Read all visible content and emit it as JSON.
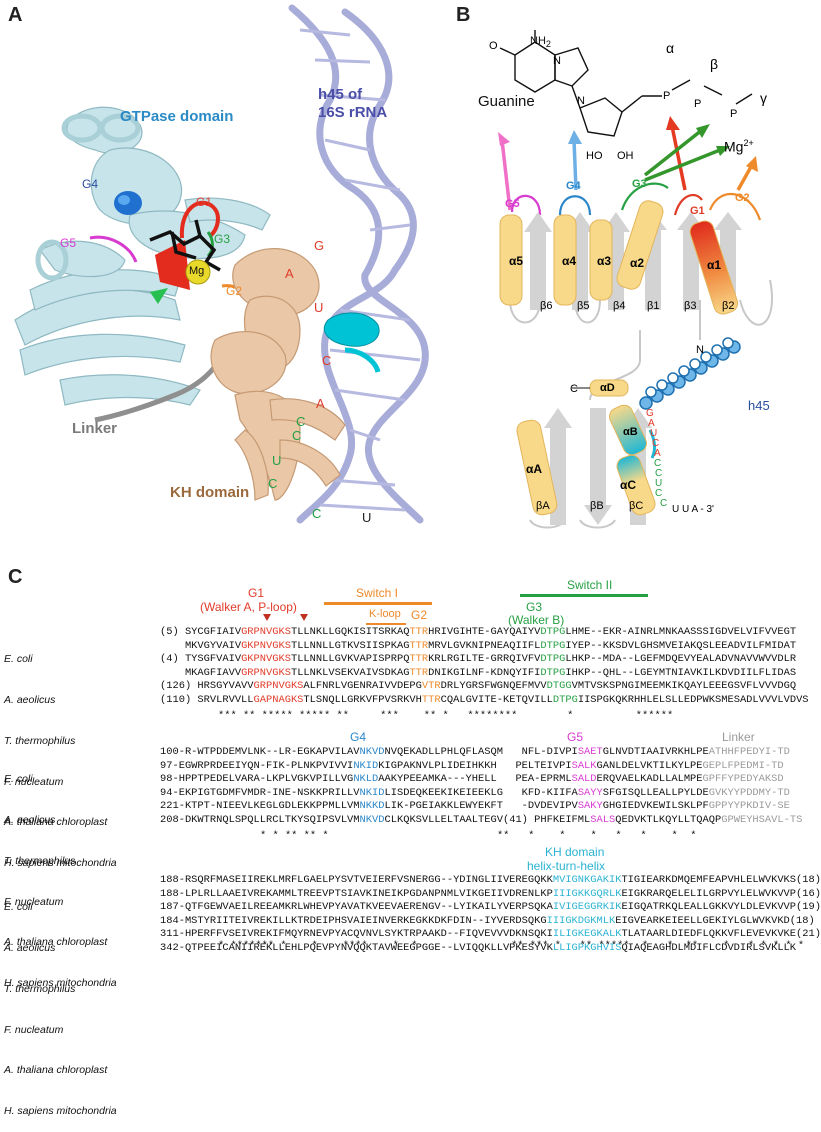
{
  "panel_labels": {
    "a": "A",
    "b": "B",
    "c": "C"
  },
  "panel_a": {
    "rrna_label_1": "h45 of",
    "rrna_label_2": "16S rRNA",
    "gtpase_label": "GTPase domain",
    "linker_label": "Linker",
    "kh_label": "KH domain",
    "motifs": {
      "g1": "G1",
      "g2": "G2",
      "g3": "G3",
      "g4": "G4",
      "g5": "G5",
      "mg": "Mg"
    },
    "rna_letters": [
      {
        "t": "G",
        "c": "#e03c2a"
      },
      {
        "t": "A",
        "c": "#e03c2a"
      },
      {
        "t": "U",
        "c": "#e03c2a"
      },
      {
        "t": "C",
        "c": "#e03c2a"
      },
      {
        "t": "A",
        "c": "#e03c2a"
      },
      {
        "t": "C",
        "c": "#27a044"
      },
      {
        "t": "C",
        "c": "#27a044"
      },
      {
        "t": "U",
        "c": "#27a044"
      },
      {
        "t": "C",
        "c": "#27a044"
      },
      {
        "t": "C",
        "c": "#27a044"
      },
      {
        "t": "U",
        "c": "#222"
      }
    ]
  },
  "panel_b": {
    "guanine": "Guanine",
    "nh2": "NH",
    "nh2_sub": "2",
    "o": "O",
    "n": "N",
    "ho": "HO",
    "oh": "OH",
    "p": "P",
    "alpha": "α",
    "beta": "β",
    "gamma": "γ",
    "mg": "Mg",
    "mg_sup": "2+",
    "motifs": {
      "g1": "G1",
      "g2": "G2",
      "g3": "G3",
      "g4": "G4",
      "g5": "G5"
    },
    "helices": {
      "a1": "α1",
      "a2": "α2",
      "a3": "α3",
      "a4": "α4",
      "a5": "α5",
      "aA": "αA",
      "aB": "αB",
      "aC": "αC",
      "aD": "αD"
    },
    "strands": {
      "b1": "β1",
      "b2": "β2",
      "b3": "β3",
      "b4": "β4",
      "b5": "β5",
      "b6": "β6",
      "bA": "βA",
      "bB": "βB",
      "bC": "βC"
    },
    "n_term": "N",
    "c_term": "C",
    "h45": "h45",
    "rna_seq": [
      {
        "t": "G",
        "c": "#e03c2a"
      },
      {
        "t": "A",
        "c": "#e03c2a"
      },
      {
        "t": "U",
        "c": "#e03c2a"
      },
      {
        "t": "C",
        "c": "#e03c2a"
      },
      {
        "t": "A",
        "c": "#e03c2a"
      },
      {
        "t": "C",
        "c": "#27a044"
      },
      {
        "t": "C",
        "c": "#27a044"
      },
      {
        "t": "U",
        "c": "#27a044"
      },
      {
        "t": "C",
        "c": "#27a044"
      },
      {
        "t": "C",
        "c": "#27a044"
      }
    ],
    "rna_tail": "U U A - 3'"
  },
  "panel_c": {
    "headers": {
      "g1": "G1",
      "g1_sub": "(Walker A, P-loop)",
      "switch1": "Switch I",
      "kloop": "K-loop",
      "g2": "G2",
      "switch2": "Switch II",
      "g3": "G3",
      "g3_sub": "(Walker B)",
      "g4": "G4",
      "g5": "G5",
      "linker": "Linker",
      "kh1": "KH domain",
      "kh2": "helix-turn-helix"
    },
    "species": [
      "E. coli",
      "A. aeolicus",
      "T. thermophilus",
      "F. nucleatum",
      "A. thaliana chloroplast",
      "H. sapiens mitochondria"
    ],
    "block1": [
      [
        {
          "t": "(5) SYCGFIAIV"
        },
        {
          "t": "GRPNVGKS",
          "c": "red"
        },
        {
          "t": "TLLNKLLGQKISITSRKAQ"
        },
        {
          "t": "TTR",
          "c": "org"
        },
        {
          "t": "HRIVGIHTE-GAYQAIYV"
        },
        {
          "t": "DTPG",
          "c": "grn"
        },
        {
          "t": "LHME--EKR-AINRLMNKAASSSIGDVELVIFVVEGT"
        }
      ],
      [
        {
          "t": "    MKVGYVAIV"
        },
        {
          "t": "GKPNVGKS",
          "c": "red"
        },
        {
          "t": "TLLNNLLGTKVSIISPKAG"
        },
        {
          "t": "TTR",
          "c": "org"
        },
        {
          "t": "MRVLGVKNIPNEAQIIFL"
        },
        {
          "t": "DTPG",
          "c": "grn"
        },
        {
          "t": "IYEP--KKSDVLGHSMVEIAKQSLEEADVILFMIDAT"
        }
      ],
      [
        {
          "t": "(4) TYSGFVAIV"
        },
        {
          "t": "GKPNVGKS",
          "c": "red"
        },
        {
          "t": "TLLNNLLGVKVAPISPRPQ"
        },
        {
          "t": "TTR",
          "c": "org"
        },
        {
          "t": "KRLRGILTE-GRRQIVFV"
        },
        {
          "t": "DTPG",
          "c": "grn"
        },
        {
          "t": "LHKP--MDA--LGEFMDQEVYEALADVNAVVWVVDLR"
        }
      ],
      [
        {
          "t": "    MKAGFIAVV"
        },
        {
          "t": "GRPNVGKS",
          "c": "red"
        },
        {
          "t": "TLLNKLVSEKVAIVSDKAG"
        },
        {
          "t": "TTR",
          "c": "org"
        },
        {
          "t": "DNIKGILNF-KDNQYIFI"
        },
        {
          "t": "DTPG",
          "c": "grn"
        },
        {
          "t": "IHKP--QHL--LGEYMTNIAVKILKDVDIILFLIDAS"
        }
      ],
      [
        {
          "t": "(126) HRSGYVAVV"
        },
        {
          "t": "GRPNVGKS",
          "c": "red"
        },
        {
          "t": "ALFNRLVGENRAIVVDEPG"
        },
        {
          "t": "VTR",
          "c": "org"
        },
        {
          "t": "DRLYGRSFWGNQEFMVV"
        },
        {
          "t": "DTGG",
          "c": "grn"
        },
        {
          "t": "VMTVSKSPNGIMEEMKIKQAYLEEEGSVFLVVVDGQ"
        }
      ],
      [
        {
          "t": "(110) SRVLRVVLL"
        },
        {
          "t": "GAPNAGKS",
          "c": "red"
        },
        {
          "t": "TLSNQLLGRKVFPVSRKVH"
        },
        {
          "t": "TTR",
          "c": "org"
        },
        {
          "t": "CQALGVITE-KETQVILL"
        },
        {
          "t": "DTPG",
          "c": "grn"
        },
        {
          "t": "IISPGKQKRHHLELSLLEDPWKSMESADLVVVLVDVS"
        }
      ]
    ],
    "stars1": "*** ** ***** ***** **     ***    ** *   ********        *          ******",
    "block2": [
      [
        {
          "t": "100-R-WTPDDEMVLNK--LR-EGKAPVILAV"
        },
        {
          "t": "NKVD",
          "c": "blu"
        },
        {
          "t": "NVQEKADLLPHLQFLASQM   NFL-DIVPI"
        },
        {
          "t": "SAET",
          "c": "mag"
        },
        {
          "t": "GLNVDTIAAIVRKHLPE"
        },
        {
          "t": "ATHHFPEDYI-TD",
          "c": "gry"
        }
      ],
      [
        {
          "t": "97-EGWRPRDEEIYQN-FIK-PLNKPVIVVI"
        },
        {
          "t": "NKID",
          "c": "blu"
        },
        {
          "t": "KIGPAKNVLPLIDEIHKKH   PELTEIVPI"
        },
        {
          "t": "SALK",
          "c": "mag"
        },
        {
          "t": "GANLDELVKTILKYLPE"
        },
        {
          "t": "GEPLFPEDMI-TD",
          "c": "gry"
        }
      ],
      [
        {
          "t": "98-HPPTPEDELVARA-LKPLVGKVPILLVG"
        },
        {
          "t": "NKLD",
          "c": "blu"
        },
        {
          "t": "AAKYPEEAMKA---YHELL   PEA-EPRML"
        },
        {
          "t": "SALD",
          "c": "mag"
        },
        {
          "t": "ERQVAELKADLLALMPE"
        },
        {
          "t": "GPFFYPEDYAKSD",
          "c": "gry"
        }
      ],
      [
        {
          "t": "94-EKPIGTGDMFVMDR-INE-NSKKPRILLV"
        },
        {
          "t": "NKID",
          "c": "blu"
        },
        {
          "t": "LISDEQKEEKIKEIEEKLG   KFD-KIIFA"
        },
        {
          "t": "SAYY",
          "c": "mag"
        },
        {
          "t": "SFGISQLLEALLPYLDE"
        },
        {
          "t": "GVKYYPDDMY-TD",
          "c": "gry"
        }
      ],
      [
        {
          "t": "221-KTPT-NIEEVLKEGLGDLEKKPPMLLVM"
        },
        {
          "t": "NKKD",
          "c": "blu"
        },
        {
          "t": "LIK-PGEIAKKLEWYEKFT   -DVDEVIPV"
        },
        {
          "t": "SAKY",
          "c": "mag"
        },
        {
          "t": "GHGIEDVKEWILSKLPF"
        },
        {
          "t": "GPPYYPKDIV-SE",
          "c": "gry"
        }
      ],
      [
        {
          "t": "208-DKWTRNQLSPQLLRCLTKYSQIPSVLVM"
        },
        {
          "t": "NKVD",
          "c": "blu"
        },
        {
          "t": "CLKQKSVLLELTAALTEGV(41) PHFKEIFML"
        },
        {
          "t": "SALS",
          "c": "mag"
        },
        {
          "t": "QEDVKTLKQYLLTQAQP"
        },
        {
          "t": "GPWEYHSAVL-TS",
          "c": "gry"
        }
      ]
    ],
    "stars2": "* * ** ** *                           **   *    *    *   *   *    *  *",
    "block3": [
      [
        {
          "t": "188-RSQRFMASEIIREKLMRFLGAELPYSVTVEIERFVSNERGG--YDINGLIIVEREGQKK"
        },
        {
          "t": "MVIGNKGAKIK",
          "c": "cyn"
        },
        {
          "t": "TIGIEARKDMQEMFEAPVHLELWVKVKS(18)"
        }
      ],
      [
        {
          "t": "188-LPLRLLAAEIVREKAMMLTREEVPTSIAVKINEIKPGDANPNMLVIKGEIIVDRENLKP"
        },
        {
          "t": "IIIGKKGQRLK",
          "c": "cyn"
        },
        {
          "t": "EIGKRARQELELILGRPVYLELWVKVVP(16)"
        }
      ],
      [
        {
          "t": "187-QTFGEWVAEILREEAMKRLWHEVPYAVATKVEEVAERENGV--LYIKAILYVERPSQKA"
        },
        {
          "t": "IVIGEGGRKIK",
          "c": "cyn"
        },
        {
          "t": "EIGQATRKQLEALLGKKVYLDLEVKVVP(19)"
        }
      ],
      [
        {
          "t": "184-MSTYRIITEIVREKILLKTRDEIPHSVAIEINVERKEGKKDKFDIN--IYVERDSQKG"
        },
        {
          "t": "IIIGKDGKMLK",
          "c": "cyn"
        },
        {
          "t": "EIGVEARKEIEELLGEKIYLGLWVKVKD(18)"
        }
      ],
      [
        {
          "t": "311-HPERFFVSEIVREKIFMQYRNEVPYACQVNVLSYKTRPAAKD--FIQVEVVVDKNSQKI"
        },
        {
          "t": "ILIGKEGKALK",
          "c": "cyn"
        },
        {
          "t": "TLATAARLDIEDFLQKKVFLEVEVKVKE(21)"
        }
      ],
      [
        {
          "t": "342-QTPEEICANIIREKLLEHLPQEVPYNVQQKTAVWEEGPGGE--LVIQQKLLVPKESYVK"
        },
        {
          "t": "LLIGPKGHVIS",
          "c": "cyn"
        },
        {
          "t": "QIAQEAGHDLMDIFLCDVDIRLSVKLLK"
        }
      ]
    ],
    "stars3": "* ******* *    *    ****    *  *               ** *** *   ** *****  *   *  **    *   * * * * *"
  }
}
